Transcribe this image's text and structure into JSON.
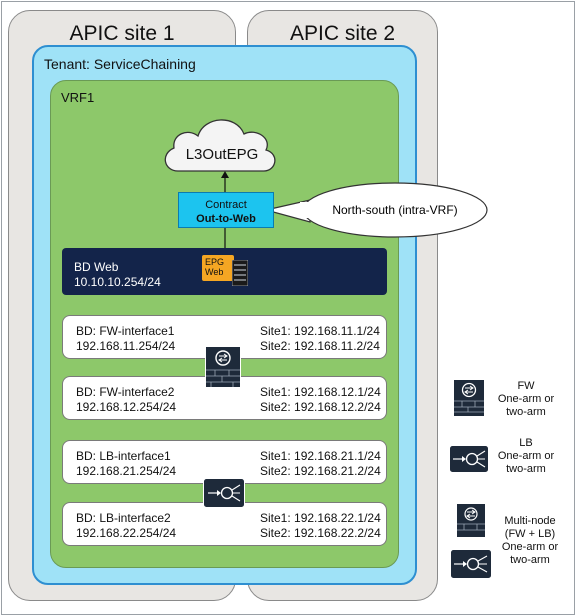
{
  "sites": [
    {
      "title": "APIC site 1"
    },
    {
      "title": "APIC site 2"
    }
  ],
  "tenant": {
    "label": "Tenant: ServiceChaining"
  },
  "vrf": {
    "label": "VRF1"
  },
  "l3out": {
    "label": "L3OutEPG"
  },
  "contract": {
    "line1": "Contract",
    "line2": "Out-to-Web"
  },
  "bubble": {
    "text": "North-south (intra-VRF)"
  },
  "bd_web": {
    "line1": "BD Web",
    "line2": "10.10.10.254/24",
    "epg_line1": "EPG",
    "epg_line2": "Web"
  },
  "bds": [
    {
      "name": "BD: FW-interface1",
      "gateway": "192.168.11.254/24",
      "site1": "Site1: 192.168.11.1/24",
      "site2": "Site2: 192.168.11.2/24"
    },
    {
      "name": "BD: FW-interface2",
      "gateway": "192.168.12.254/24",
      "site1": "Site1: 192.168.12.1/24",
      "site2": "Site2: 192.168.12.2/24"
    },
    {
      "name": "BD: LB-interface1",
      "gateway": "192.168.21.254/24",
      "site1": "Site1: 192.168.21.1/24",
      "site2": "Site2: 192.168.21.2/24"
    },
    {
      "name": "BD: LB-interface2",
      "gateway": "192.168.22.254/24",
      "site1": "Site1: 192.168.22.1/24",
      "site2": "Site2: 192.168.22.2/24"
    }
  ],
  "legend": [
    {
      "icon": "firewall-icon",
      "lines": [
        "FW",
        "One-arm or",
        "two-arm"
      ]
    },
    {
      "icon": "load-balancer-icon",
      "lines": [
        "LB",
        "One-arm or",
        "two-arm"
      ]
    },
    {
      "icon": "multi-node-icon",
      "lines": [
        "Multi-node",
        "(FW + LB)",
        "One-arm or",
        "two-arm"
      ]
    }
  ],
  "colors": {
    "site_bg": "#e8e6e3",
    "tenant_bg": "#9fe2f7",
    "tenant_border": "#2e8fd1",
    "vrf_bg": "#8dc86a",
    "contract_bg": "#1cc4ef",
    "bd_web_bg": "#13244a",
    "epg_bg": "#f5a623",
    "device_bg": "#1e2a3a"
  }
}
